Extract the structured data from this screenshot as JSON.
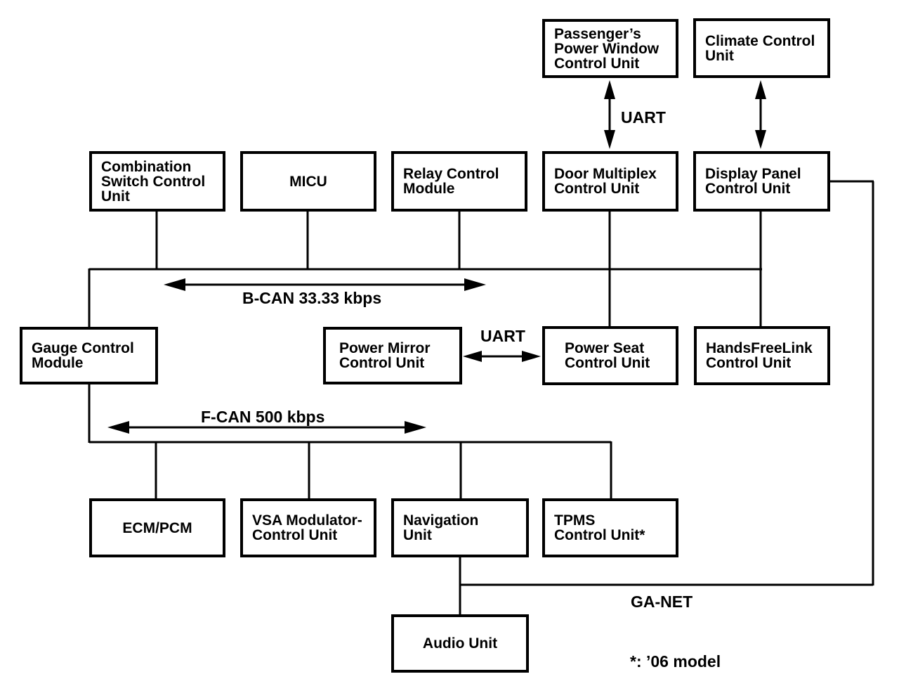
{
  "diagram": {
    "colors": {
      "line": "#000000",
      "box_border": "#000000",
      "background": "#ffffff",
      "text": "#000000"
    },
    "boxes": {
      "passenger_power_window": {
        "label": "Passenger’s\nPower Window\nControl Unit"
      },
      "climate_control": {
        "label": "Climate Control\nUnit"
      },
      "combination_switch": {
        "label": "Combination\nSwitch Control\nUnit"
      },
      "micu": {
        "label": "MICU"
      },
      "relay_control": {
        "label": "Relay Control\nModule"
      },
      "door_multiplex": {
        "label": "Door Multiplex\nControl Unit"
      },
      "display_panel": {
        "label": "Display Panel\nControl Unit"
      },
      "gauge_control": {
        "label": "Gauge Control\nModule"
      },
      "power_mirror": {
        "label": "Power Mirror\nControl Unit"
      },
      "power_seat": {
        "label": "Power Seat\nControl Unit"
      },
      "handsfreelink": {
        "label": "HandsFreeLink\nControl Unit"
      },
      "ecm_pcm": {
        "label": "ECM/PCM"
      },
      "vsa_modulator": {
        "label": "VSA Modulator-\nControl Unit"
      },
      "navigation": {
        "label": "Navigation\nUnit"
      },
      "tpms": {
        "label": "TPMS\nControl Unit*"
      },
      "audio": {
        "label": "Audio Unit"
      }
    },
    "labels": {
      "uart_window": "UART",
      "uart_seat": "UART",
      "b_can": "B-CAN 33.33 kbps",
      "f_can": "F-CAN 500 kbps",
      "ga_net": "GA-NET",
      "footnote": "*: ’06 model"
    }
  }
}
